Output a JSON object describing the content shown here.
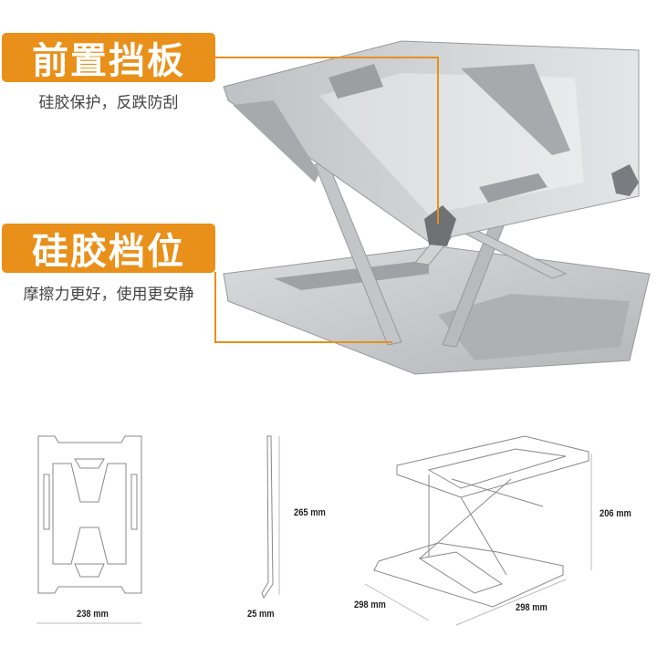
{
  "features": [
    {
      "title": "前置挡板",
      "subtitle": "硅胶保护，反跌防刮"
    },
    {
      "title": "硅胶档位",
      "subtitle": "摩擦力更好，使用更安静"
    }
  ],
  "dimensions": {
    "front_width": "238 mm",
    "side_height": "265 mm",
    "side_thickness": "25 mm",
    "iso_height": "206 mm",
    "iso_depth": "298 mm",
    "iso_width": "298 mm"
  },
  "colors": {
    "accent": "#e8901a",
    "metal": "#c9cacc"
  }
}
